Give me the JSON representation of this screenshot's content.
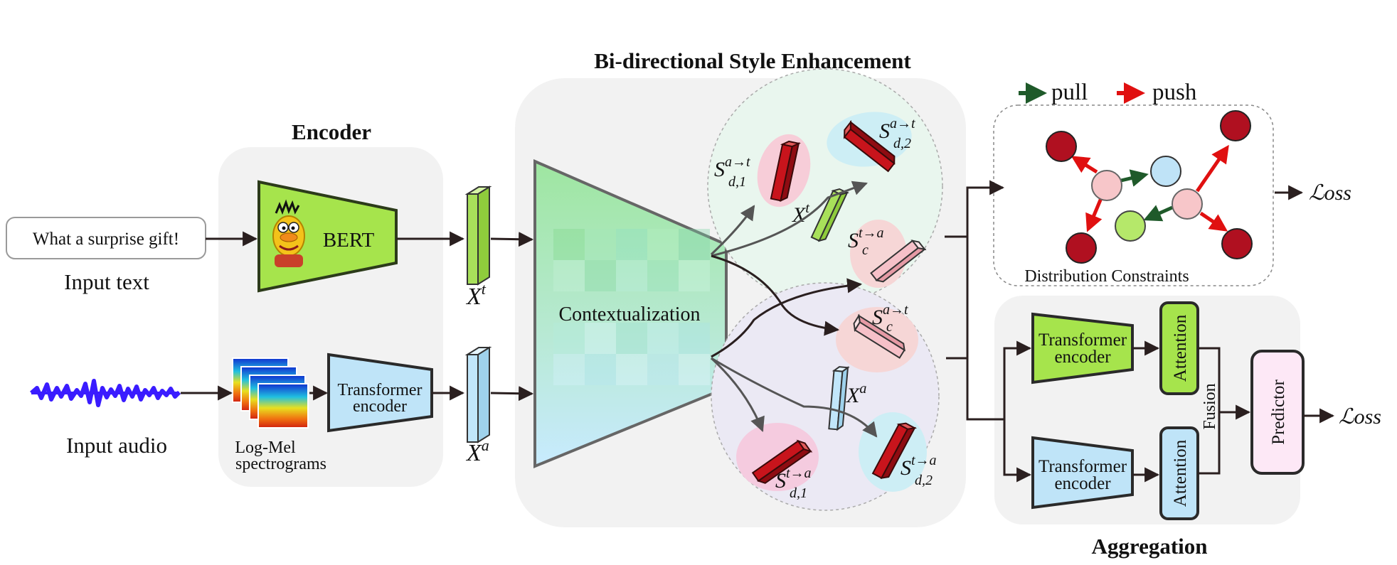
{
  "titles": {
    "encoder": "Encoder",
    "bse": "Bi-directional Style Enhancement",
    "aggregation": "Aggregation"
  },
  "input_text": {
    "sentence": "What a surprise gift!",
    "label": "Input text"
  },
  "input_audio": {
    "label": "Input audio"
  },
  "encoder": {
    "bert": "BERT",
    "spectro_line1": "Log-Mel",
    "spectro_line2": "spectrograms",
    "audio_enc_line1": "Transformer",
    "audio_enc_line2": "encoder"
  },
  "vectors": {
    "xt": {
      "base": "X",
      "sup": "t"
    },
    "xa": {
      "base": "X",
      "sup": "a"
    }
  },
  "bse": {
    "contextualization": "Contextualization",
    "s_d1_at": {
      "base": "S",
      "sup": "a→t",
      "sub": "d,1"
    },
    "s_d2_at": {
      "base": "S",
      "sup": "a→t",
      "sub": "d,2"
    },
    "s_c_ta": {
      "base": "S",
      "sup": "t→a",
      "sub": "c"
    },
    "s_c_at": {
      "base": "S",
      "sup": "a→t",
      "sub": "c"
    },
    "s_d1_ta": {
      "base": "S",
      "sup": "t→a",
      "sub": "d,1"
    },
    "s_d2_ta": {
      "base": "S",
      "sup": "t→a",
      "sub": "d,2"
    }
  },
  "constraints": {
    "pull": "pull",
    "push": "push",
    "title": "Distribution Constraints",
    "loss": "ℒoss",
    "colors": {
      "pull": "#1f5a2a",
      "push": "#e01010",
      "red_node": "#b01020",
      "pink_node": "#f7c6c9",
      "blue_node": "#bfe3f7",
      "green_node": "#b5e86a"
    }
  },
  "aggregation": {
    "enc_line1": "Transformer",
    "enc_line2": "encoder",
    "attention": "Attention",
    "fusion": "Fusion",
    "predictor": "Predictor",
    "loss": "ℒoss"
  }
}
